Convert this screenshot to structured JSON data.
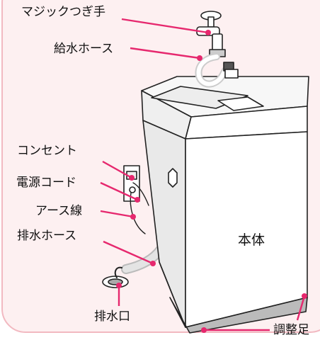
{
  "diagram": {
    "colors": {
      "panel_bg": "#fdf0f1",
      "panel_border": "#f2b9c1",
      "leader": "#e6286e",
      "outline": "#222222"
    },
    "labels": {
      "faucet": "マジックつぎ手",
      "hose": "給水ホース",
      "outlet": "コンセント",
      "cord": "電源コード",
      "ground": "アース線",
      "drain_hose": "排水ホース",
      "drain": "排水口",
      "body": "本体",
      "foot": "調整足"
    }
  }
}
